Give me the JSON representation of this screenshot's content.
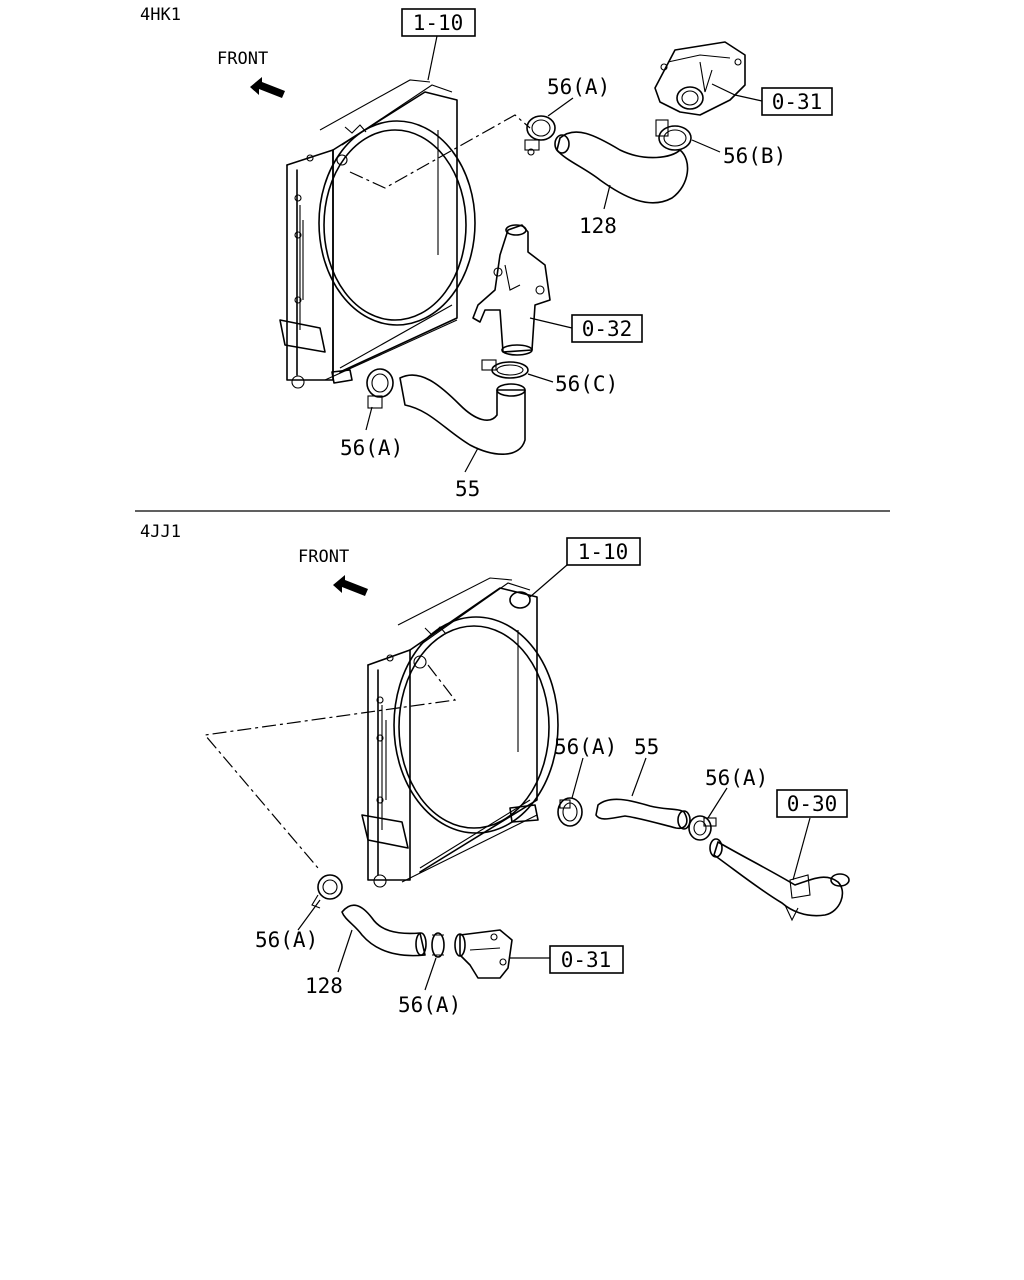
{
  "sections": [
    {
      "engine": "4HK1",
      "front": "FRONT",
      "boxed_refs": [
        "1-10",
        "0-31",
        "0-32"
      ],
      "callouts": [
        "56(A)",
        "56(B)",
        "128",
        "56(C)",
        "56(A)",
        "55"
      ]
    },
    {
      "engine": "4JJ1",
      "front": "FRONT",
      "boxed_refs": [
        "1-10",
        "0-30",
        "0-31"
      ],
      "callouts": [
        "56(A)",
        "55",
        "56(A)",
        "56(A)",
        "128",
        "56(A)"
      ]
    }
  ]
}
